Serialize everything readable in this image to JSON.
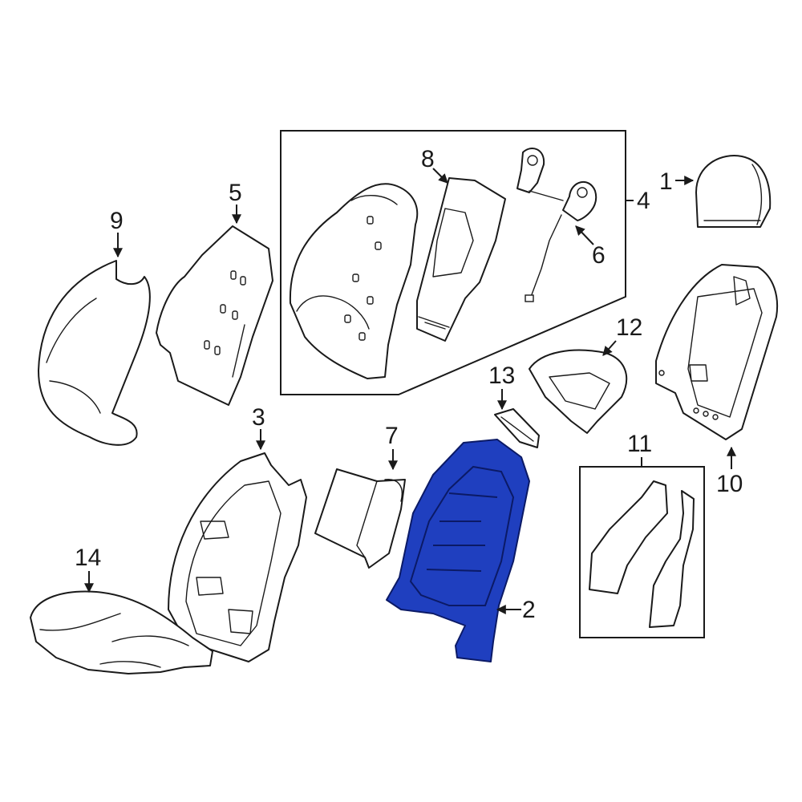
{
  "colors": {
    "line": "#1a1a1a",
    "background": "#ffffff",
    "highlight_fill": "#1f3fbf",
    "highlight_stroke": "#0b1a66"
  },
  "highlighted_part": "2",
  "callouts": {
    "c1": "1",
    "c2": "2",
    "c3": "3",
    "c4": "4",
    "c5": "5",
    "c6": "6",
    "c7": "7",
    "c8": "8",
    "c9": "9",
    "c10": "10",
    "c11": "11",
    "c12": "12",
    "c13": "13",
    "c14": "14"
  }
}
